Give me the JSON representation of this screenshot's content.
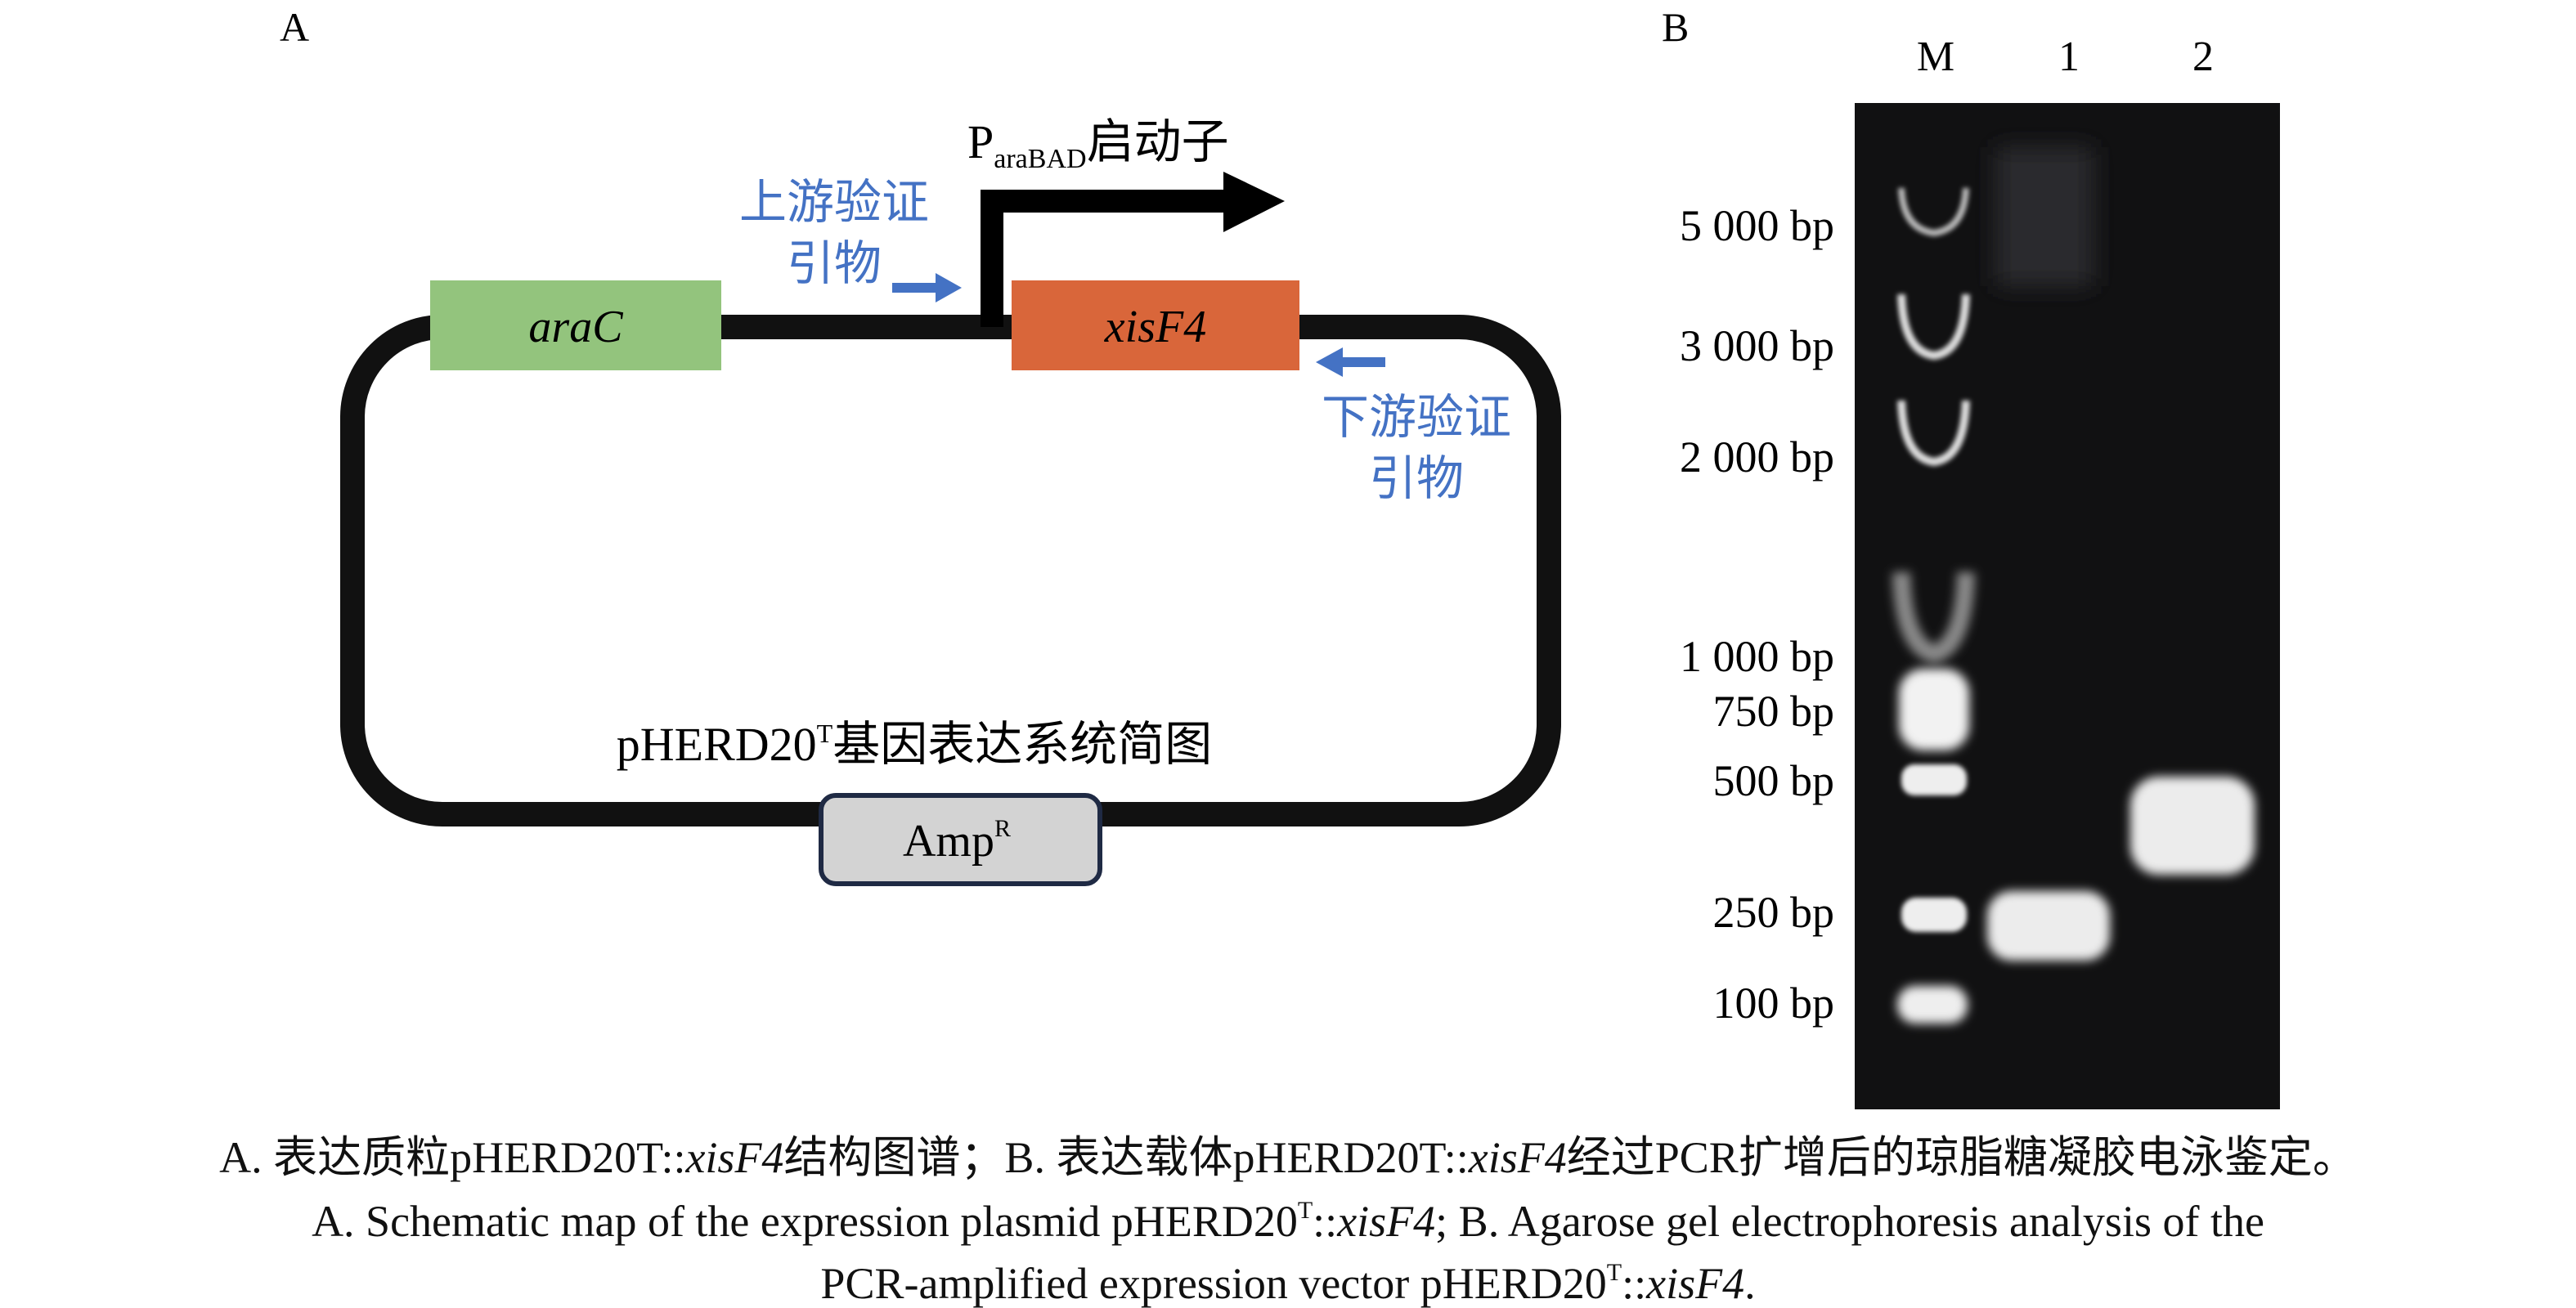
{
  "panel_a": {
    "label": "A",
    "title_main": "pHERD20",
    "title_sup": "T",
    "title_cn": "基因表达系统简图",
    "genes": {
      "arac": "araC",
      "xisf4": "xisF4"
    },
    "promoter": {
      "p": "P",
      "sub": "araBAD",
      "cn": "启动子"
    },
    "forward_primer": {
      "line1": "上游验证",
      "line2": "引物"
    },
    "reverse_primer": {
      "line1": "下游验证",
      "line2": "引物"
    },
    "marker": {
      "main": "Amp",
      "sup": "R"
    },
    "colors": {
      "arac": "#93c47d",
      "xisf4": "#d9663a",
      "primer": "#4472c4",
      "marker": "#d3d3d3"
    }
  },
  "panel_b": {
    "label": "B",
    "lanes": [
      "M",
      "1",
      "2"
    ],
    "ladder": [
      "5 000 bp",
      "3 000 bp",
      "2 000 bp",
      "1 000 bp",
      "750 bp",
      "500 bp",
      "250 bp",
      "100 bp"
    ]
  },
  "caption": {
    "cn": {
      "a1": "A. 表达质粒pHERD20T::",
      "a_it": "xisF4",
      "a2": "结构图谱；B. 表达载体pHERD20T::",
      "b_it": "xisF4",
      "b2": "经过PCR扩增后的琼脂糖凝胶电泳鉴定。"
    },
    "en1": {
      "t1": "A. Schematic map of the expression plasmid pHERD20",
      "sup": "T",
      "t2": "::",
      "it": "xisF4",
      "t3": "; B. Agarose gel electrophoresis analysis of the"
    },
    "en2": {
      "t1": "PCR-amplified expression vector pHERD20",
      "sup": "T",
      "t2": "::",
      "it": "xisF4",
      "t3": "."
    }
  }
}
